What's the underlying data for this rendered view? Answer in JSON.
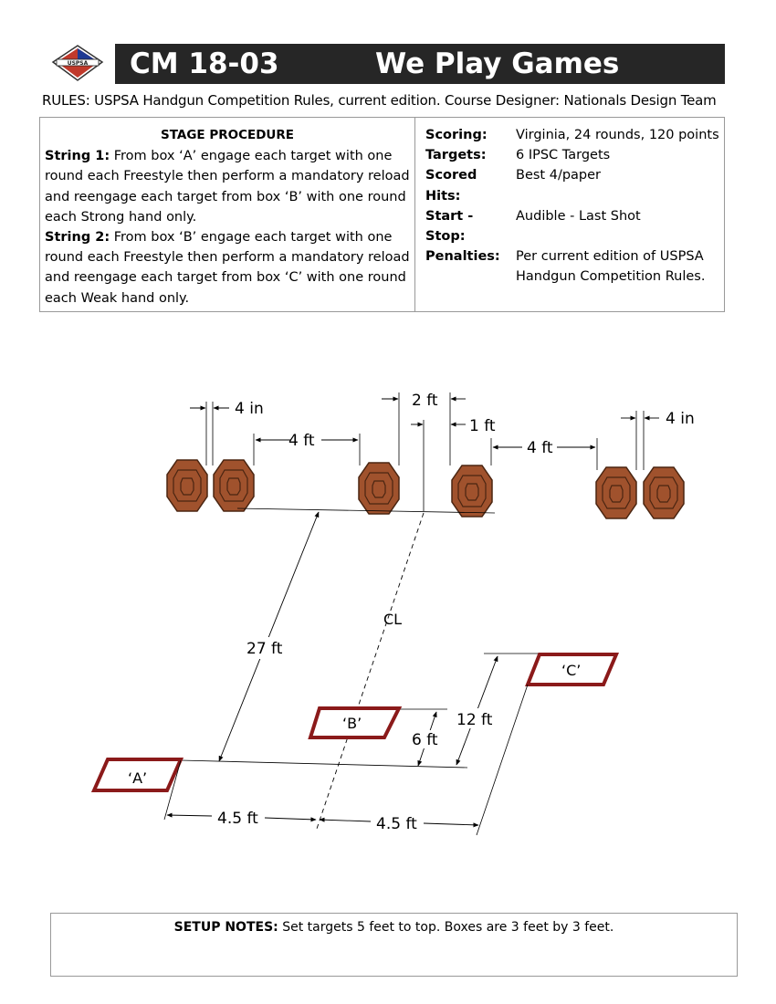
{
  "header": {
    "code": "CM 18-03",
    "name": "We Play Games",
    "logo_text": "USPSA"
  },
  "rules_line": "RULES:  USPSA Handgun Competition Rules, current edition.  Course Designer: Nationals Design Team",
  "procedure": {
    "heading": "STAGE PROCEDURE",
    "string1_label": "String 1:",
    "string1_text": " From box ‘A’ engage each target with one round each Freestyle then perform a mandatory reload and reengage  each target from box ‘B’ with one round each Strong hand only.",
    "string2_label": "String 2:",
    "string2_text": " From box ‘B’ engage each target with one round each Freestyle then perform a mandatory reload and reengage each target from box ‘C’ with one round each Weak hand only."
  },
  "details": [
    {
      "label": "Scoring:",
      "value": "Virginia, 24 rounds, 120 points"
    },
    {
      "label": "Targets:",
      "value": "6 IPSC Targets"
    },
    {
      "label": "Scored Hits:",
      "value": "Best 4/paper"
    },
    {
      "label": "Start - Stop:",
      "value": "Audible - Last Shot"
    },
    {
      "label": "Penalties:",
      "value": "Per current edition of USPSA Handgun Competition Rules."
    }
  ],
  "diagram": {
    "dim_4in_left": "4 in",
    "dim_4ft_left": "4 ft",
    "dim_2ft": "2 ft",
    "dim_1ft": "1 ft",
    "dim_4ft_right": "4 ft",
    "dim_4in_right": "4 in",
    "dim_27ft": "27 ft",
    "centerline": "CL",
    "dim_12ft": "12 ft",
    "dim_6ft": "6 ft",
    "dim_45ft_left": "4.5 ft",
    "dim_45ft_right": "4.5 ft",
    "box_a": "‘A’",
    "box_b": "‘B’",
    "box_c": "‘C’",
    "colors": {
      "target_fill": "#a0522d",
      "target_stroke": "#4a2511",
      "box_stroke": "#8b1a1a"
    }
  },
  "setup": {
    "label": "SETUP NOTES:",
    "text": "  Set targets 5 feet to top. Boxes are 3 feet by 3 feet."
  }
}
